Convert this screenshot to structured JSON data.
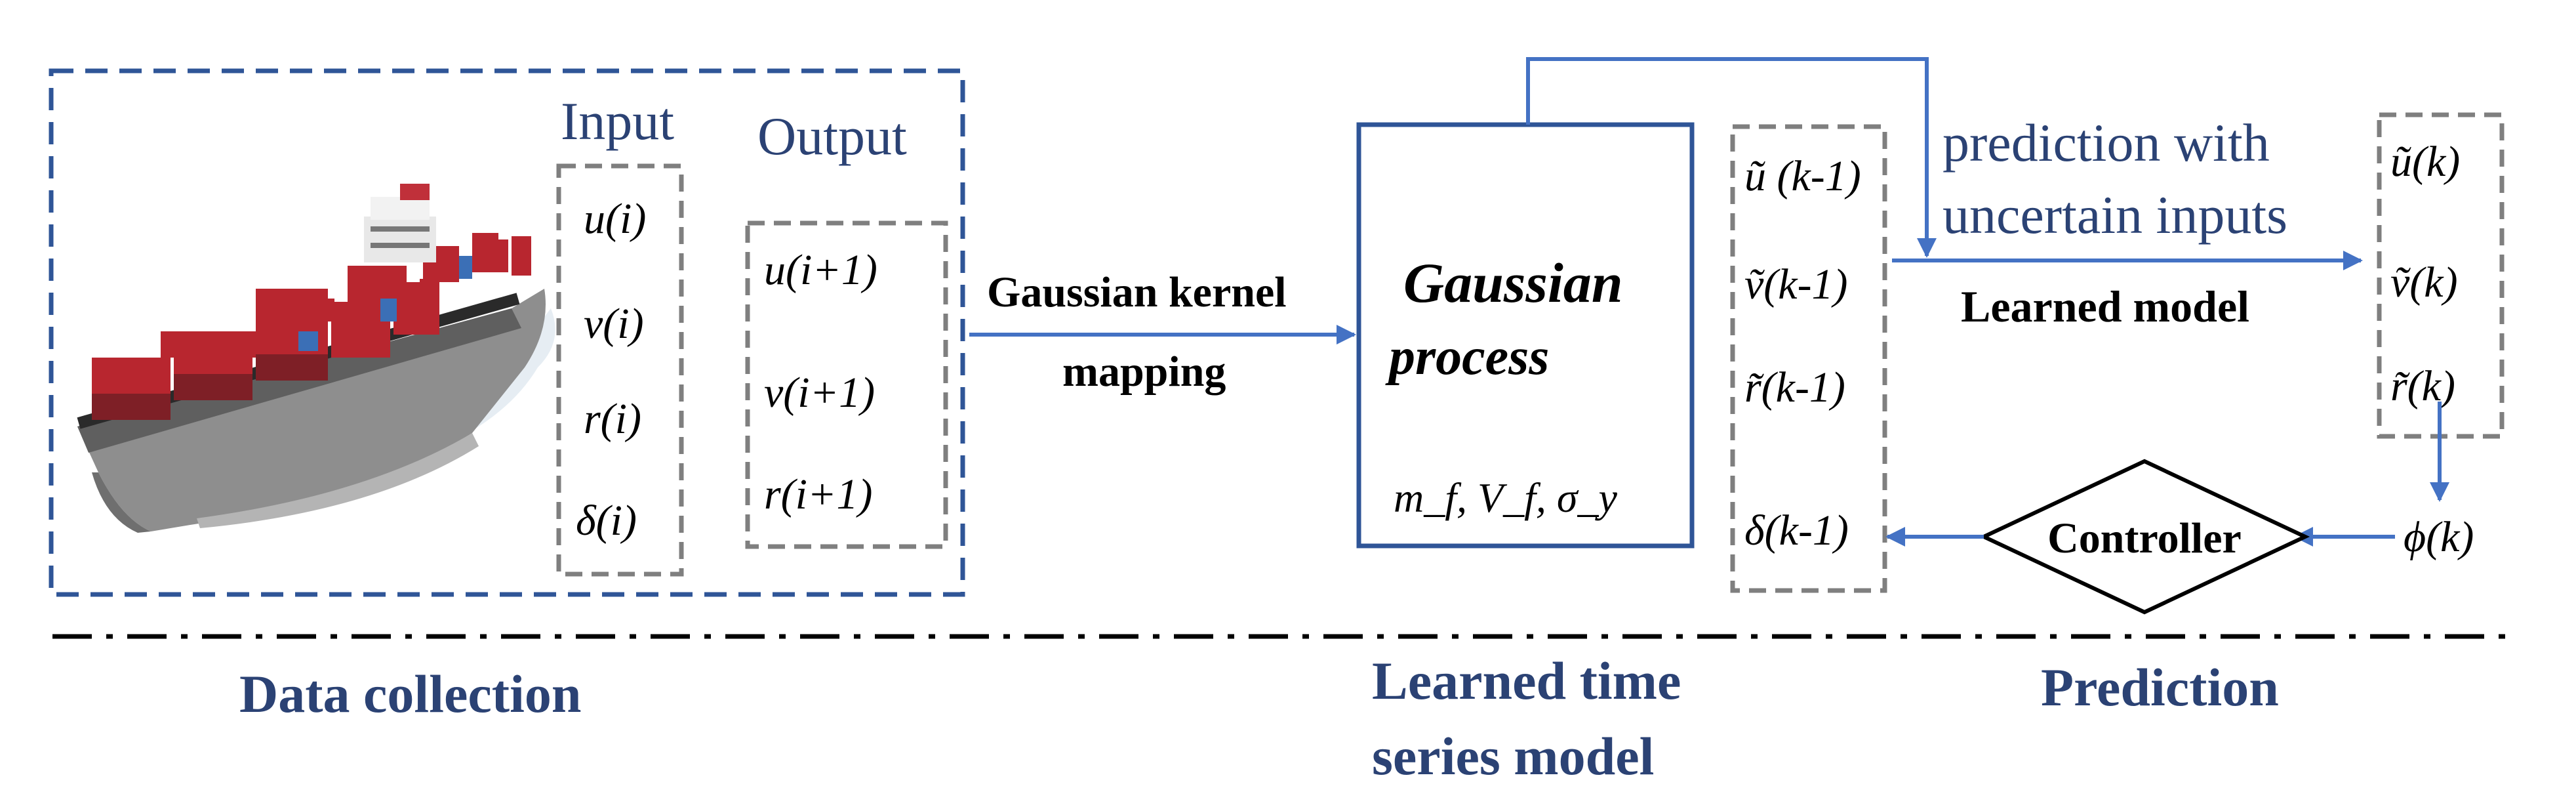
{
  "data_collection": {
    "input_title": "Input",
    "output_title": "Output",
    "inputs": [
      "u(i)",
      "v(i)",
      "r(i)",
      "δ(i)"
    ],
    "outputs": [
      "u(i+1)",
      "v(i+1)",
      "r(i+1)"
    ],
    "section_label": "Data collection"
  },
  "mapping": {
    "label_line1": "Gaussian kernel",
    "label_line2": "mapping"
  },
  "gp": {
    "title_line1": "Gaussian",
    "title_line2": "process",
    "params": "m_f, V_f, σ_y",
    "section_label_line1": "Learned time",
    "section_label_line2": "series model"
  },
  "states_prev": [
    "ũ (k-1)",
    "ṽ(k-1)",
    "r̃(k-1)",
    "δ(k-1)"
  ],
  "learned_model": {
    "note_line1": "prediction with",
    "note_line2": "uncertain inputs",
    "label": "Learned model"
  },
  "states_next": [
    "ũ(k)",
    "ṽ(k)",
    "r̃(k)"
  ],
  "controller": {
    "label": "Controller",
    "input": "ϕ(k)"
  },
  "prediction": {
    "section_label": "Prediction"
  },
  "colors": {
    "navy_text": "#2b4274",
    "arrow": "#4472c4",
    "dashed_gray": "#7f7f7f",
    "dashed_navy": "#2f5597"
  }
}
